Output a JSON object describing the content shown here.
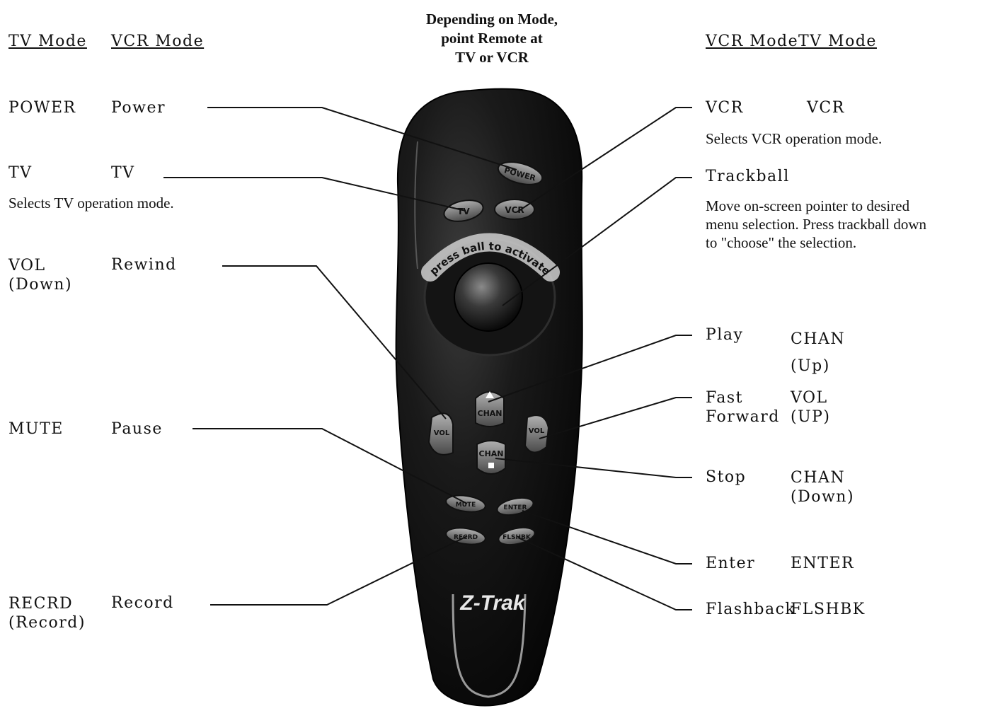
{
  "title": "Depending on Mode,\npoint Remote at\nTV or VCR",
  "left_headers": {
    "tv_mode": "TV Mode",
    "vcr_mode": "VCR Mode"
  },
  "right_headers": {
    "vcr_mode": "VCR Mode",
    "tv_mode": "TV Mode"
  },
  "left_items": [
    {
      "tv": "POWER",
      "vcr": "Power"
    },
    {
      "tv": "TV",
      "vcr": "TV",
      "description": "Selects TV operation mode."
    },
    {
      "tv": "VOL\n(Down)",
      "vcr": "Rewind"
    },
    {
      "tv": "MUTE",
      "vcr": "Pause"
    },
    {
      "tv": "RECRD\n(Record)",
      "vcr": "Record"
    }
  ],
  "right_items": [
    {
      "vcr": "VCR",
      "tv": "VCR",
      "description": "Selects VCR operation mode."
    },
    {
      "vcr": "Trackball",
      "description": "Move on-screen pointer to desired\nmenu selection. Press trackball down\nto \"choose\" the selection."
    },
    {
      "vcr": "Play",
      "tv": "CHAN\n(Up)"
    },
    {
      "vcr": "Fast\nForward",
      "tv": "VOL\n(UP)"
    },
    {
      "vcr": "Stop",
      "tv": "CHAN\n(Down)"
    },
    {
      "vcr": "Enter",
      "tv": "ENTER"
    },
    {
      "vcr": "Flashback",
      "tv": "FLSHBK"
    }
  ],
  "remote": {
    "brand": "Z-Trak",
    "arc_text": "press ball to activate",
    "buttons": {
      "power": "POWER",
      "tv": "TV",
      "vcr": "VCR",
      "chan_up": "CHAN",
      "vol_left": "VOL",
      "vol_right": "VOL",
      "chan_down": "CHAN",
      "mute": "MUTE",
      "enter": "ENTER",
      "record": "RECRD",
      "flashback": "FLSHBK"
    }
  }
}
